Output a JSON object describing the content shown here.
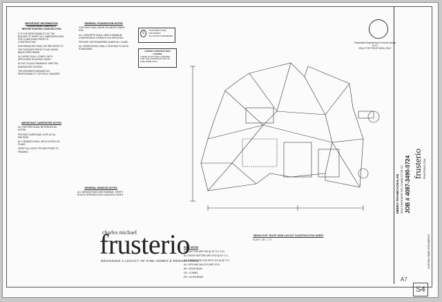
{
  "important_info": {
    "heading": "IMPORTANT INFORMATION",
    "sub1": "PLEASE READ CAREFULLY",
    "sub2": "BEFORE STARTING CONSTRUCTION",
    "paras": [
      "IT IS THE RESPONSIBILITY OF THE BUILDER TO VERIFY ALL DIMENSIONS AND SITE CONDITIONS PRIOR TO CONSTRUCTION.",
      "DISCREPANCIES SHALL BE REPORTED TO THE DESIGNER PRIOR TO ANY WORK BEING PERFORMED.",
      "ALL WORK SHALL COMPLY WITH APPLICABLE BUILDING CODES.",
      "DO NOT SCALE DRAWINGS. WRITTEN DIMENSIONS GOVERN.",
      "THE DESIGNER ASSUMES NO RESPONSIBILITY FOR FIELD CHANGES."
    ]
  },
  "foundation_notes": {
    "heading": "GENERAL FOUNDATION NOTES",
    "paras": [
      "FOOTINGS SHALL BEAR ON UNDISTURBED SOIL.",
      "ALL CONCRETE SHALL HAVE A MINIMUM COMPRESSIVE STRENGTH AS SPECIFIED.",
      "PROVIDE VAPOR BARRIER UNDER ALL SLABS.",
      "ALL REINFORCING SHALL CONFORM TO ASTM STANDARDS."
    ]
  },
  "copyright_box": {
    "line1": "COPYRIGHT 2024 FRUSTERIO",
    "line2": "ALL RIGHTS RESERVED"
  },
  "limited_box": {
    "heading": "LIMITED CONSTRUCTION LICENSE",
    "body": "THESE PLANS ARE LICENSED FOR THE CONSTRUCTION OF ONE HOME ONLY."
  },
  "carpenter_notes": {
    "heading": "IMPORTANT CARPENTER NOTES",
    "paras": [
      "ALL RAFTERS SHALL BE SPACED AS NOTED.",
      "PROVIDE HURRICANE CLIPS AT ALL RAFTERS.",
      "ALL HEADERS SHALL BE AS NOTED ON PLANS.",
      "VERIFY ALL ROOF PITCHES PRIOR TO FRAMING."
    ]
  },
  "window_notes": {
    "heading": "GENERAL WINDOW NOTES",
    "paras": [
      "ALL WINDOW SIZES ARE NOMINAL. VERIFY ROUGH OPENINGS WITH MANUFACTURER."
    ]
  },
  "engineer": {
    "line1": "Sustainable Engineering & Product Design",
    "line2": "PLLC",
    "line3": "SEAL FOR STRUCTURAL ONLY"
  },
  "drawing": {
    "title": "\"BIRDS EYE\" ROOF VIEW LAYOUT CONSTRUCTION SHEET",
    "scale": "SCALE: 1/8\" = 1'-0\"",
    "roof_notes_heading": "ROOF NOTES",
    "roof_notes": [
      "ALL RAFTERS ARE 2X6 @ 16\" O.C. U.N.",
      "ALL RIDGE RAFTERS ARE 2X10 @ 16\" O.C.",
      "ALL RIDGES ARE 2X10 WITH 2X4 @ 48\" O.C.",
      "ALL HIPS AND VALLEYS ARE 2X10",
      "RB = REAR BEAM",
      "CB = CORBEL",
      "FB = FLUSH BEAM"
    ]
  },
  "brand": {
    "small": "charles michael",
    "big": "frusterio",
    "tagline": "DESIGNING A LEGACY OF FINE HOMES & RENOVATIONS"
  },
  "titleblock": {
    "project": "MEERA THANIKACHALAM",
    "address": "9615 PARKSIDE DR, CHARLOTTE NC",
    "job": "JOB # 4087-3490-0724",
    "firm": "frusterio",
    "website": "FRUSTERIO.COM",
    "sheet_note": "CUSTOM HOME DOCUMENTS"
  },
  "sheet_number": "S4",
  "page_ref": "A7"
}
